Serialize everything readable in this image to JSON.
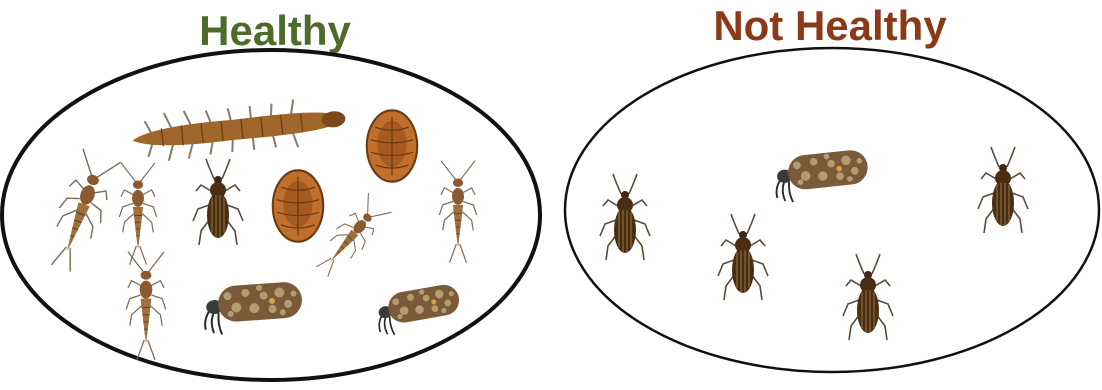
{
  "headings": {
    "healthy": "Healthy",
    "not_healthy": "Not Healthy"
  },
  "colors": {
    "healthy_text": "#4e6b2b",
    "not_healthy_text": "#8a3a16",
    "outline": "#111111",
    "beetle_body": "#4a2e12",
    "beetle_stripes": "#8b6a3c",
    "larva_body": "#a0672c",
    "case_body": "#7a5a38",
    "case_pebbles": "#b59a72",
    "mayfly_body": "#c9a070",
    "shell_body": "#c0702c",
    "shell_dark": "#6b3a12",
    "stonefly_body": "#8c5a30"
  },
  "groups": {
    "healthy": {
      "organisms": [
        "stonefly-nymph",
        "mayfly-nymph",
        "hellgrammite",
        "riffle-beetle",
        "water-penny",
        "water-penny",
        "mayfly-nymph",
        "stonefly-nymph",
        "mayfly-nymph",
        "caddisfly-larva",
        "caddisfly-larva"
      ]
    },
    "not_healthy": {
      "organisms": [
        "riffle-beetle",
        "caddisfly-larva",
        "riffle-beetle",
        "riffle-beetle",
        "riffle-beetle"
      ]
    }
  }
}
